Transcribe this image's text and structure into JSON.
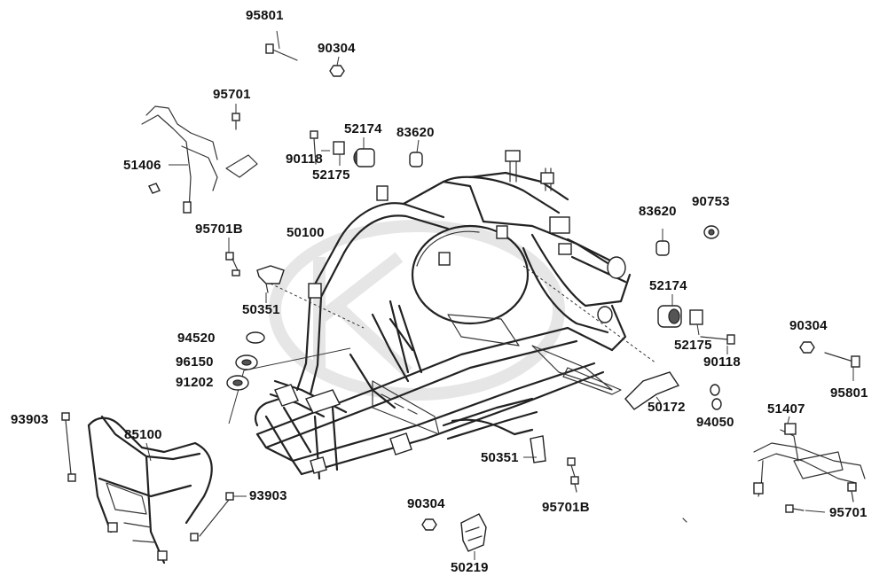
{
  "diagram": {
    "title": "",
    "labels": {
      "p95801_top": "95801",
      "p90304_top": "90304",
      "p95701_top": "95701",
      "p51406": "51406",
      "p52174_top": "52174",
      "p83620_top": "83620",
      "p90118_top": "90118",
      "p52175_top": "52175",
      "p95701b_left": "95701B",
      "p50100": "50100",
      "p50351_left": "50351",
      "p94520": "94520",
      "p96150": "96150",
      "p91202": "91202",
      "p93903_left": "93903",
      "p85100": "85100",
      "p93903_bottom": "93903",
      "p83620_right": "83620",
      "p90753": "90753",
      "p52174_right": "52174",
      "p52175_right": "52175",
      "p90118_right": "90118",
      "p50172": "50172",
      "p94050": "94050",
      "p90304_right": "90304",
      "p95801_right": "95801",
      "p51407": "51407",
      "p95701_right": "95701",
      "p50351_bottom": "50351",
      "p95701b_bottom": "95701B",
      "p90304_bottom": "90304",
      "p50219": "50219"
    }
  }
}
